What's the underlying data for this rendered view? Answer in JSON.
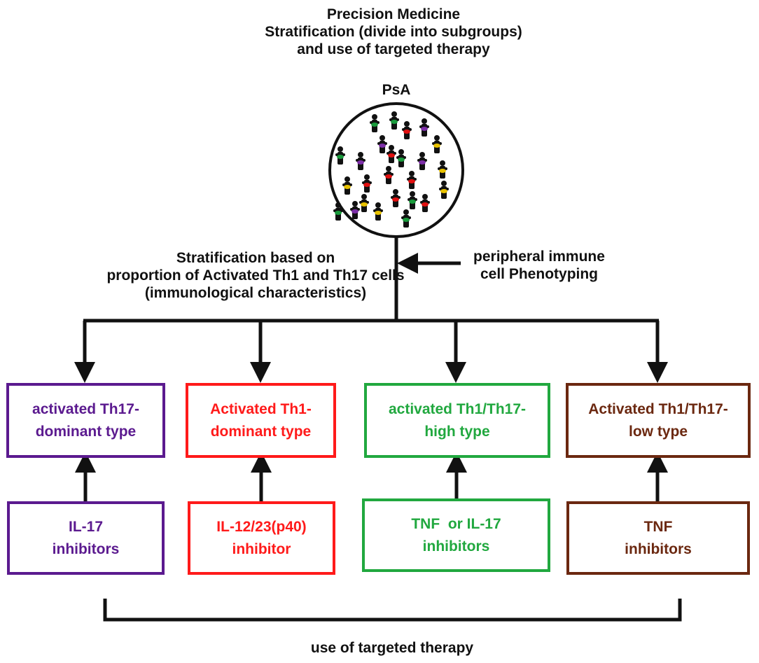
{
  "header": {
    "line1": "Precision Medicine",
    "line2": "Stratification (divide into subgroups)",
    "line3": "and use of targeted therapy"
  },
  "population": {
    "label": "PsA",
    "figure_colors": [
      "#1a9b3c",
      "#1a9b3c",
      "#e01010",
      "#7d2fa8",
      "#1a9b3c",
      "#e8c200",
      "#7d2fa8",
      "#e01010",
      "#1a9b3c",
      "#e01010",
      "#7d2fa8",
      "#e8c200",
      "#e01010",
      "#7d2fa8",
      "#e8c200",
      "#e01010",
      "#e8c200",
      "#1a9b3c",
      "#7d2fa8",
      "#e8c200",
      "#1a9b3c",
      "#e01010",
      "#e8c200",
      "#1a9b3c",
      "#e01010"
    ]
  },
  "left_note": {
    "line1": "Stratification based on",
    "line2": "proportion of Activated Th1 and Th17 cells",
    "line3": "(immunological characteristics)"
  },
  "right_note": {
    "line1": "peripheral immune",
    "line2": "cell Phenotyping"
  },
  "subgroups": [
    {
      "line1": "activated Th17-",
      "line2": "dominant type",
      "color": "#5b1a8f"
    },
    {
      "line1": "Activated Th1-",
      "line2": "dominant type",
      "color": "#ff1a1a"
    },
    {
      "line1": "activated Th1/Th17-",
      "line2": "high type",
      "color": "#21a83f"
    },
    {
      "line1": "Activated Th1/Th17-",
      "line2": "low type",
      "color": "#6b2810"
    }
  ],
  "therapies": [
    {
      "line1": "IL-17",
      "line2": "inhibitors",
      "color": "#5b1a8f"
    },
    {
      "line1": "IL-12/23(p40)",
      "line2": "inhibitor",
      "color": "#ff1a1a"
    },
    {
      "line1": "TNF  or IL-17",
      "line2": "inhibitors",
      "color": "#21a83f"
    },
    {
      "line1": "TNF",
      "line2": "inhibitors",
      "color": "#6b2810"
    }
  ],
  "footer": {
    "label": "use of targeted therapy"
  }
}
